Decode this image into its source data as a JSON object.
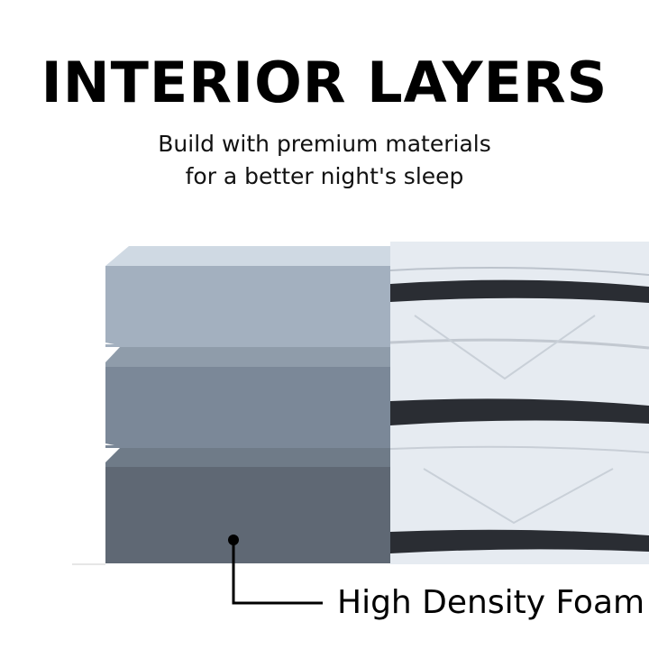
{
  "header": {
    "title": "INTERIOR LAYERS",
    "subtitle_line1": "Build with premium materials",
    "subtitle_line2": "for a better night's sleep"
  },
  "callout": {
    "label": "High Density Foam"
  },
  "colors": {
    "layer1_top": "#cfd9e3",
    "layer1_front": "#a3b0bf",
    "layer2_top": "#8f9caa",
    "layer2_front": "#7b8898",
    "layer3_top": "#6f7b88",
    "layer3_front": "#5f6874",
    "mattress_fabric": "#e6ebf1",
    "mattress_band": "#2a2d33"
  }
}
